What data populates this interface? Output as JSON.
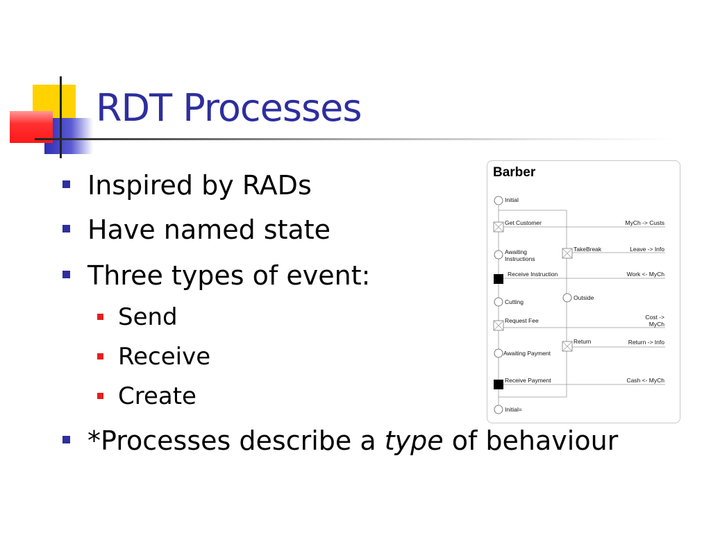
{
  "slide": {
    "title": "RDT Processes",
    "bullets": [
      {
        "level": 1,
        "text": "Inspired by RADs"
      },
      {
        "level": 1,
        "text": "Have named state"
      },
      {
        "level": 1,
        "text": "Three types of event:"
      },
      {
        "level": 2,
        "text": "Send"
      },
      {
        "level": 2,
        "text": "Receive"
      },
      {
        "level": 2,
        "text": "Create"
      }
    ],
    "last_bullet": {
      "prefix": "*Processes describe a ",
      "emph": "type",
      "suffix": " of behaviour"
    }
  },
  "diagram": {
    "title": "Barber",
    "left_nodes": [
      {
        "label": "Initial",
        "kind": "state"
      },
      {
        "label": "Get Customer",
        "kind": "send"
      },
      {
        "label": "Awaiting Instructions",
        "kind": "state"
      },
      {
        "label": "Receive Instruction",
        "kind": "receive"
      },
      {
        "label": "Cutting",
        "kind": "state"
      },
      {
        "label": "Request Fee",
        "kind": "send"
      },
      {
        "label": "Awaiting Payment",
        "kind": "state"
      },
      {
        "label": "Receive Payment",
        "kind": "receive"
      },
      {
        "label": "Initial=",
        "kind": "state"
      }
    ],
    "right_nodes": [
      {
        "label": "TakeBreak",
        "kind": "send"
      },
      {
        "label": "Outside",
        "kind": "state"
      },
      {
        "label": "Return",
        "kind": "send"
      }
    ],
    "messages": [
      "MyCh -> Custs",
      "Leave -> Info",
      "Work <- MyCh",
      "Cost -> MyCh",
      "Return -> Info",
      "Cash <- MyCh"
    ],
    "colors": {
      "title": "#2e2e9e",
      "bullet_l1": "#2e2e9e",
      "bullet_l2": "#e61e1e"
    }
  }
}
